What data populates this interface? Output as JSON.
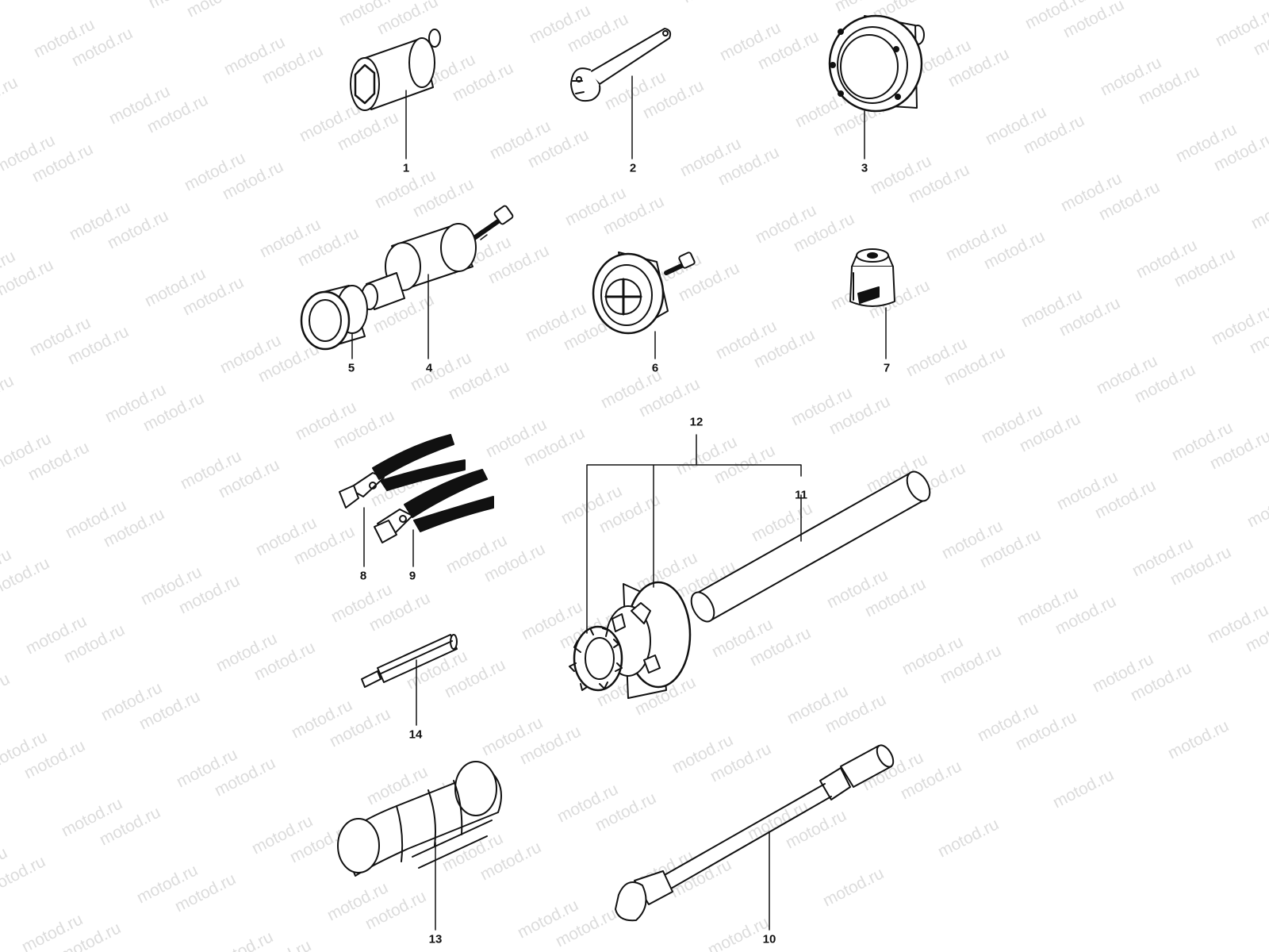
{
  "watermark": {
    "text": "motod.ru"
  },
  "callouts": {
    "n1": "1",
    "n2": "2",
    "n3": "3",
    "n4": "4",
    "n5": "5",
    "n6": "6",
    "n7": "7",
    "n8": "8",
    "n9": "9",
    "n10": "10",
    "n11": "11",
    "n12": "12",
    "n13": "13",
    "n14": "14"
  }
}
